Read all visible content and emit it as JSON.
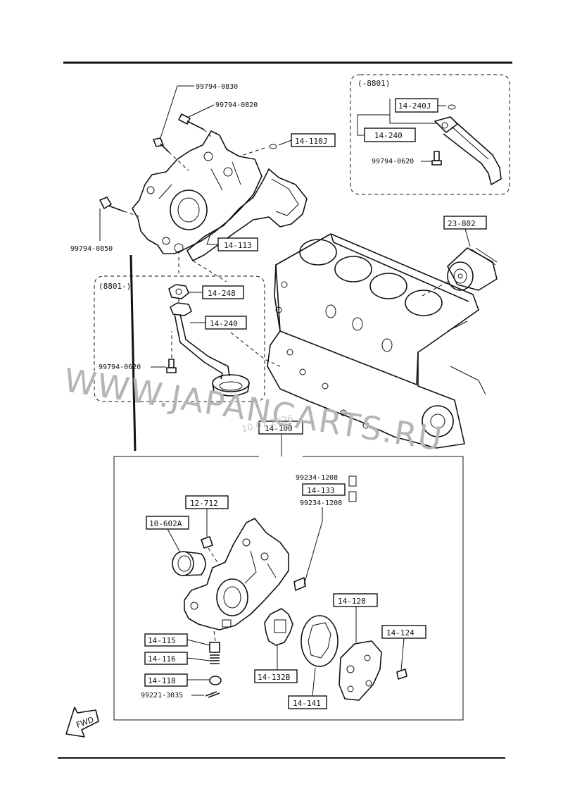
{
  "top_group": {
    "bolt_labels": [
      "99794-0830",
      "99794-0820",
      "99794-0850"
    ],
    "cover_gasket_label": "14-110J",
    "gasket_label": "14-113"
  },
  "inset_early": {
    "header": "(-8801)",
    "parts": [
      "14-240J",
      "14-240"
    ],
    "bolt": "99794-0620"
  },
  "inset_late": {
    "header": "(8801-)",
    "parts": [
      "14-248",
      "14-240"
    ],
    "bolt": "99794-0620"
  },
  "filter_label": "23-802",
  "pump_assembly": {
    "label": "14-100",
    "upper_labels": [
      "99234-1208",
      "14-133",
      "99234-1208"
    ],
    "dowel": "12-712",
    "seal": "10-602A",
    "relief_parts": [
      "14-115",
      "14-116",
      "14-118"
    ],
    "cotter_pin": "99221-3035",
    "rotors": [
      "14-132B",
      "14-141"
    ],
    "cover": "14-120",
    "screw": "14-124"
  },
  "fwd_label": "FWD",
  "watermark": "WWW.JAPANCARTS.RU",
  "stamp": "10.07.2026"
}
